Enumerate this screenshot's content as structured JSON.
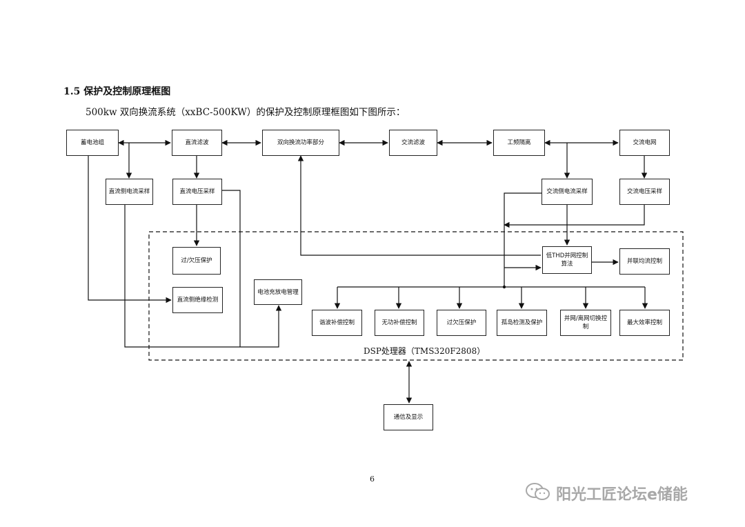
{
  "section": {
    "heading": "1.5 保护及控制原理框图",
    "intro": "500kw 双向换流系统（xxBC-500KW）的保护及控制原理框图如下图所示："
  },
  "diagram": {
    "blocks": {
      "battery_pack": "蓄电池组",
      "dc_filter": "直流滤波",
      "bidirectional_power": "双向换流功率部分",
      "ac_filter": "交流滤波",
      "power_freq_isolation": "工频隔离",
      "ac_grid": "交流电网",
      "dc_current_sampling": "直流侧电流采样",
      "dc_voltage_sampling": "直流电压采样",
      "ac_current_sampling": "交流侧电流采样",
      "ac_voltage_sampling": "交流电压采样",
      "over_under_voltage": "过/欠压保护",
      "dc_insulation_detect": "直流侧绝缘检测",
      "battery_charge_mgmt": "电池充放电管理",
      "low_thd_algorithm": "低THD并网控制算法",
      "parallel_current_sharing": "并联均流控制",
      "harmonic_compensation": "谐波补偿控制",
      "reactive_compensation": "无功补偿控制",
      "ac_over_under_protect": "过欠压保护",
      "island_detect": "孤岛检测及保护",
      "grid_switching": "并网/离网切换控制",
      "mppt": "最大效率控制",
      "comm_display": "通信及显示"
    },
    "dsp_label": "DSP处理器（TMS320F2808）"
  },
  "page_number": "6",
  "watermark": {
    "text": "阳光工匠论坛e储能",
    "icon": "wechat-icon"
  }
}
